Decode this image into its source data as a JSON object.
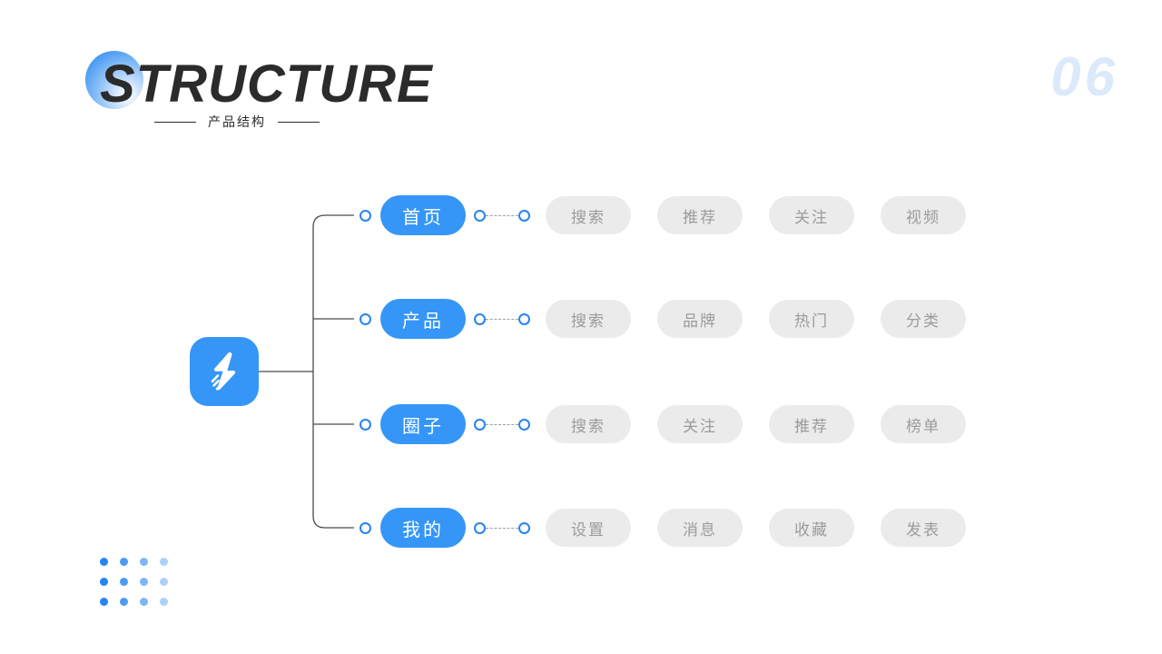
{
  "header": {
    "title": "STRUCTURE",
    "subtitle": "产品结构",
    "page_number": "06"
  },
  "colors": {
    "accent": "#3596f7",
    "accent_ring": "#2684f3",
    "leaf_bg": "#ebebeb",
    "leaf_text": "#9b9b9b",
    "title_text": "#2b2b2b",
    "page_number": "#dce9fb",
    "tree_line": "#4a4a4a",
    "dash_line": "#9aa1a8",
    "background": "#ffffff"
  },
  "diagram": {
    "root": {
      "icon": "lightning-bolt-icon"
    },
    "branches": [
      {
        "label": "首页",
        "leaves": [
          "搜索",
          "推荐",
          "关注",
          "视频"
        ]
      },
      {
        "label": "产品",
        "leaves": [
          "搜索",
          "品牌",
          "热门",
          "分类"
        ]
      },
      {
        "label": "圈子",
        "leaves": [
          "搜索",
          "关注",
          "推荐",
          "榜单"
        ]
      },
      {
        "label": "我的",
        "leaves": [
          "设置",
          "消息",
          "收藏",
          "发表"
        ]
      }
    ]
  },
  "decoration": {
    "dot_grid": {
      "columns": 4,
      "rows": 3
    }
  }
}
